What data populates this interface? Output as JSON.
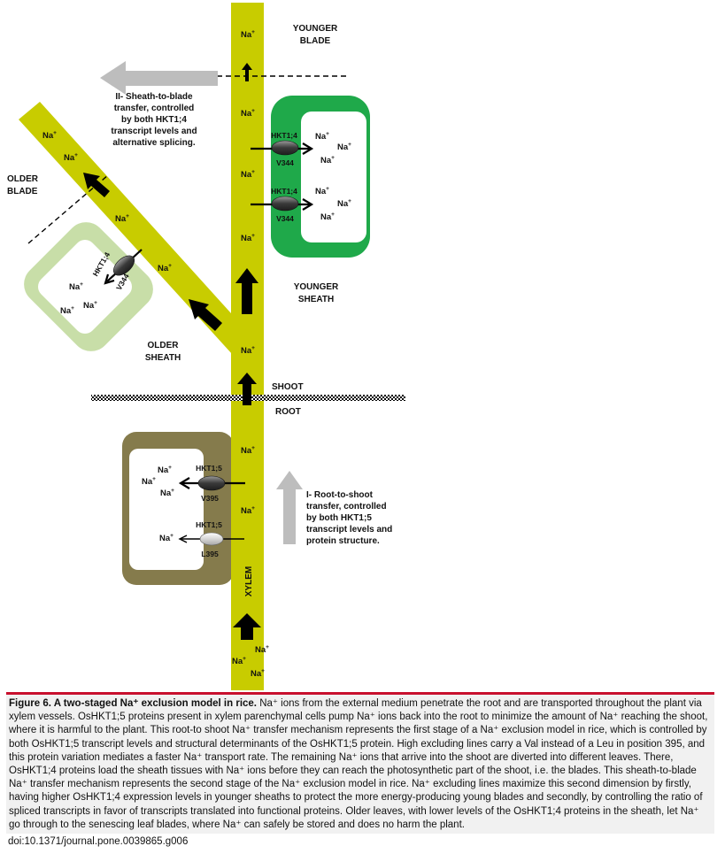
{
  "labels": {
    "younger_blade": [
      "YOUNGER",
      "BLADE"
    ],
    "older_blade": [
      "OLDER",
      "BLADE"
    ],
    "younger_sheath": [
      "YOUNGER",
      "SHEATH"
    ],
    "older_sheath": [
      "OLDER",
      "SHEATH"
    ],
    "shoot": "SHOOT",
    "root": "ROOT",
    "xylem": "XYLEM",
    "stage2": [
      "II- Sheath-to-blade",
      "transfer, controlled",
      "by both HKT1;4",
      "transcript levels and",
      "alternative splicing."
    ],
    "stage1": [
      "I- Root-to-shoot",
      "transfer, controlled",
      "by both HKT1;5",
      "transcript levels and",
      "protein structure."
    ]
  },
  "proteins": {
    "hkt14": "HKT1;4",
    "hkt15": "HKT1;5",
    "v344": "V344",
    "v395": "V395",
    "l395": "L395"
  },
  "ion": {
    "symbol": "Na",
    "charge": "+"
  },
  "colors": {
    "xylem": "#c8cc00",
    "younger_sheath": "#1fa94a",
    "older_sheath": "#c8dea8",
    "root_cell": "#857b4c",
    "gray_arrow": "#bdbdbd"
  },
  "caption": {
    "title": "Figure 6. A two-staged Na⁺ exclusion model in rice.",
    "body": " Na⁺ ions from the external medium penetrate the root and are transported throughout the plant via xylem vessels. OsHKT1;5 proteins present in xylem parenchymal cells pump Na⁺ ions back into the root to minimize the amount of Na⁺ reaching the shoot, where it is harmful to the plant. This root-to shoot Na⁺ transfer mechanism represents the first stage of a Na⁺ exclusion model in rice, which is controlled by both OsHKT1;5 transcript levels and structural determinants of the OsHKT1;5 protein. High excluding lines carry a Val instead of a Leu in position 395, and this protein variation mediates a faster Na⁺ transport rate. The remaining Na⁺ ions that arrive into the shoot are diverted into different leaves. There, OsHKT1;4 proteins load the sheath tissues with Na⁺ ions before they can reach the photosynthetic part of the shoot, i.e. the blades. This sheath-to-blade Na⁺ transfer mechanism represents the second stage of the Na⁺ exclusion model in rice. Na⁺ excluding lines maximize this second dimension by firstly, having higher OsHKT1;4 expression levels in younger sheaths to protect the more energy-producing young blades and secondly, by controlling the ratio of spliced transcripts in favor of transcripts translated into functional proteins. Older leaves, with lower levels of the OsHKT1;4 proteins in the sheath, let Na⁺ go through to the senescing leaf blades, where Na⁺ can safely be stored and does no harm the plant."
  },
  "doi": "doi:10.1371/journal.pone.0039865.g006"
}
